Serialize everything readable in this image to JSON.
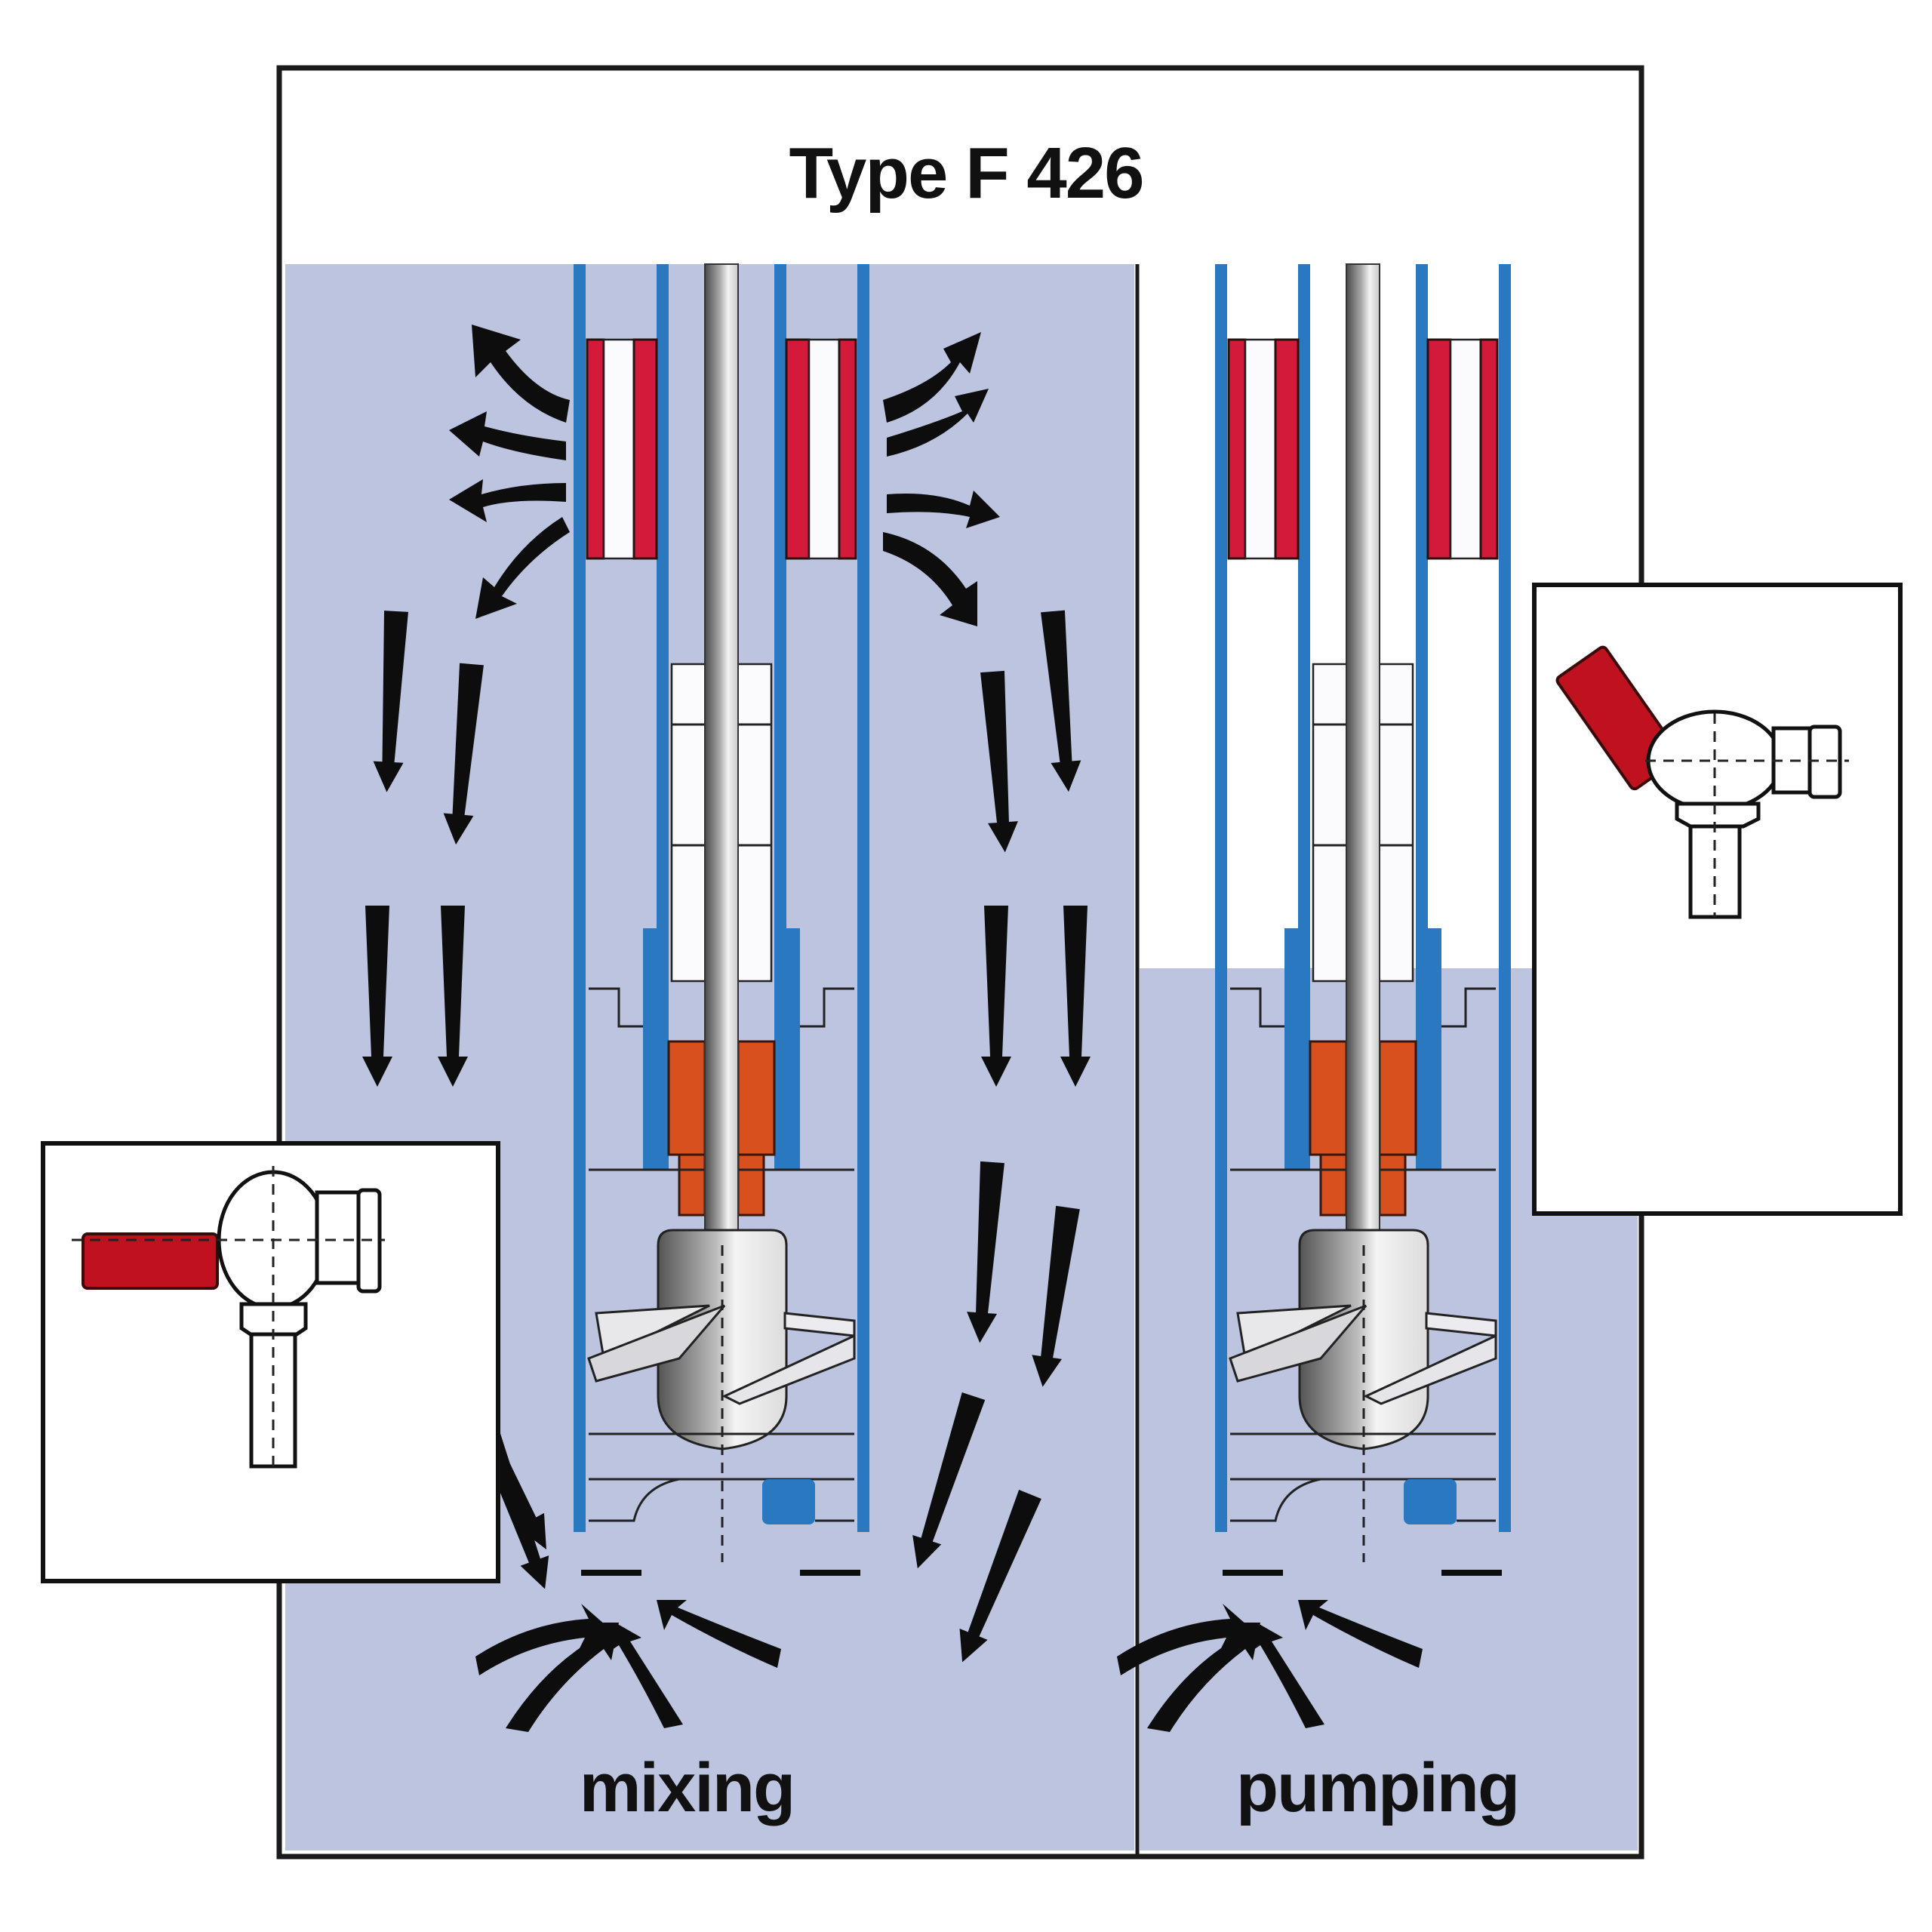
{
  "title": "Type F 426",
  "panels": [
    {
      "id": "mixing",
      "label": "mixing",
      "valve_position": "closed (handle horizontal)"
    },
    {
      "id": "pumping",
      "label": "pumping",
      "valve_position": "open (handle tilted)"
    }
  ],
  "colors": {
    "liquid": "#bcc4e0",
    "tube": "#2a78c0",
    "seal": "#d41a3a",
    "bushing": "#d9501f",
    "valve_handle": "#c0121e",
    "arrow": "#0d0d0d"
  }
}
